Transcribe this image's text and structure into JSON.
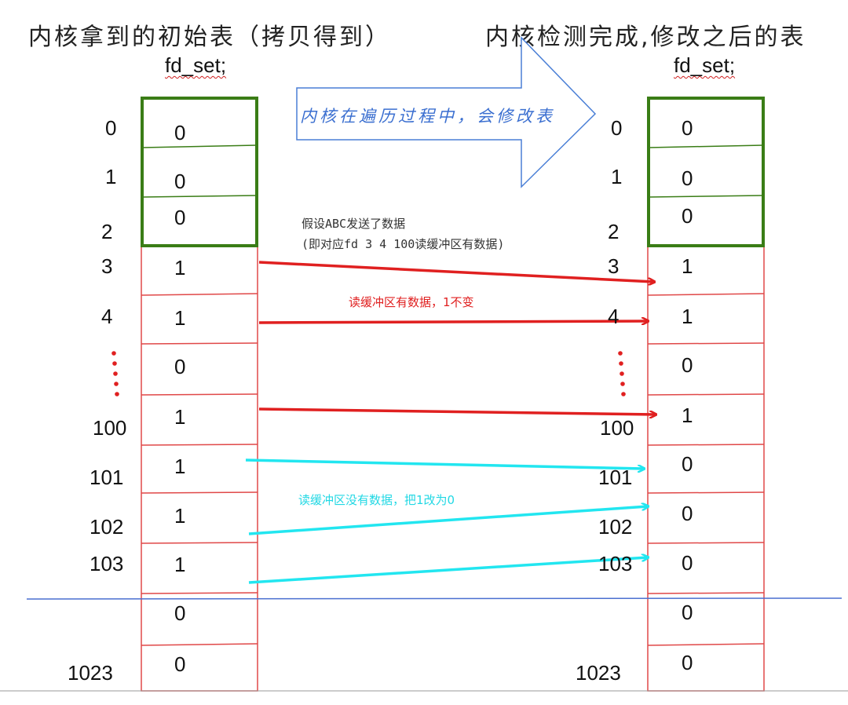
{
  "left_title": "内核拿到的初始表（拷贝得到）",
  "right_title": "内核检测完成,修改之后的表",
  "fd_set_label": "fd_set;",
  "big_arrow_text": "内核在遍历过程中，会修改表",
  "note_abc_line1": "假设ABC发送了数据",
  "note_abc_line2": "(即对应fd 3 4 100读缓冲区有数据)",
  "note_red": "读缓冲区有数据，1不变",
  "note_cyan": "读缓冲区没有数据，把1改为0",
  "colors": {
    "green_border": "#3a7d16",
    "red_border": "#e04848",
    "red_arrow": "#e02020",
    "cyan_arrow": "#22e6f0",
    "blue_arrow": "#4a7fd6",
    "divider": "#4a6fd0"
  },
  "fd_labels": [
    "0",
    "1",
    "2",
    "3",
    "4",
    "100",
    "101",
    "102",
    "103",
    "1023"
  ],
  "left_values": [
    "0",
    "0",
    "0",
    "1",
    "1",
    "0",
    "1",
    "1",
    "1",
    "1",
    "0",
    "0"
  ],
  "right_values": [
    "0",
    "0",
    "0",
    "1",
    "1",
    "0",
    "1",
    "0",
    "0",
    "0",
    "0",
    "0"
  ]
}
